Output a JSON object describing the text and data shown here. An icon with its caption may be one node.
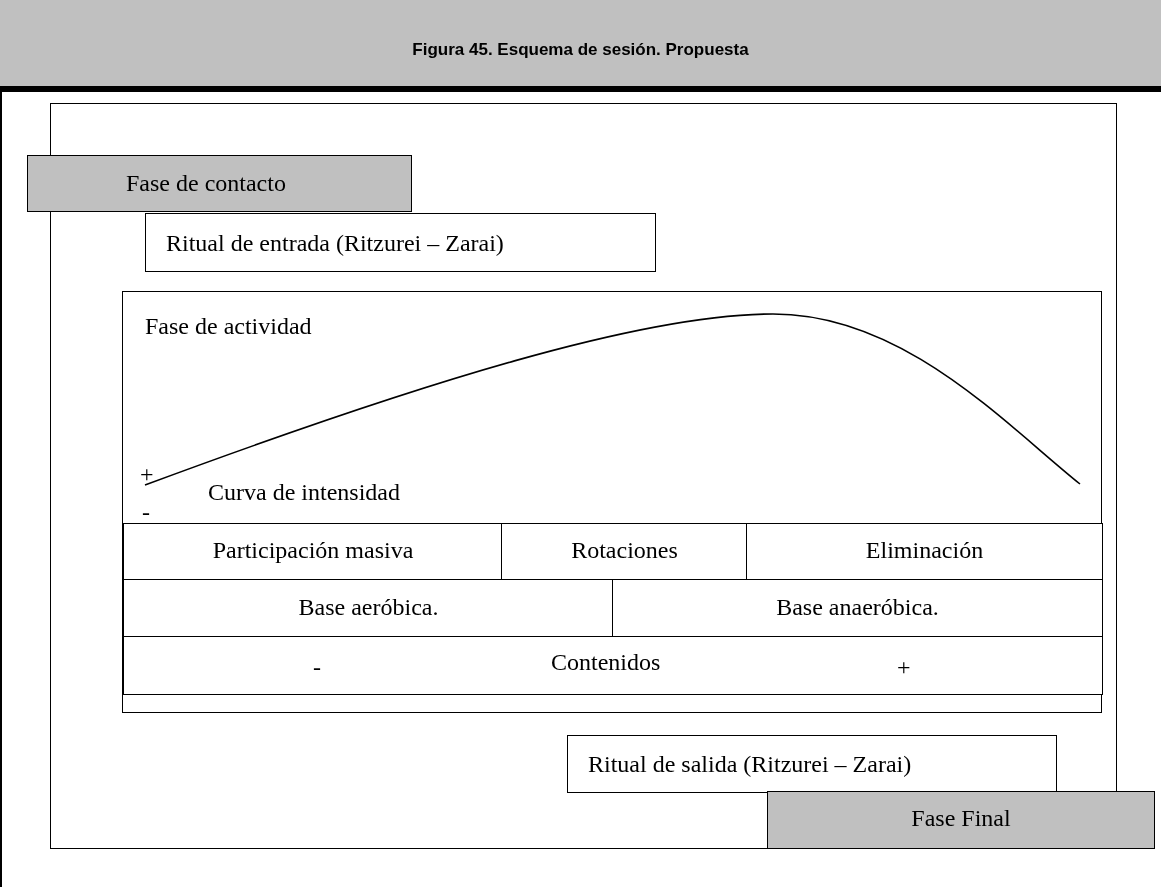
{
  "diagram": {
    "title": "Figura 45. Esquema de sesión. Propuesta",
    "nodes": [
      {
        "text": [],
        "shape": "box"
      },
      {
        "text": [
          "Fase de contacto"
        ]
      },
      {
        "text": [
          "Ritual de entrada (Ritzurei – Zarai)"
        ],
        "in": 0
      },
      {
        "text": [
          "Fase de actividad"
        ],
        "in": 0
      },
      {
        "text": [
          "Participación masiva"
        ],
        "in": 3
      },
      {
        "text": [
          "Rotaciones"
        ],
        "in": 3
      },
      {
        "text": [
          "Eliminación"
        ],
        "in": 3
      },
      {
        "text": [
          "Base aeróbica."
        ],
        "in": 3
      },
      {
        "text": [
          "Base anaeróbica."
        ],
        "in": 3
      },
      {
        "text": [
          "-",
          "Contenidos",
          "+"
        ],
        "in": 3
      },
      {
        "text": [
          "Ritual de salida (Ritzurei – Zarai)"
        ],
        "in": 0
      },
      {
        "text": [
          "Fase Final"
        ]
      }
    ],
    "labels": [
      "+",
      "Curva de intensidad",
      "-"
    ]
  }
}
